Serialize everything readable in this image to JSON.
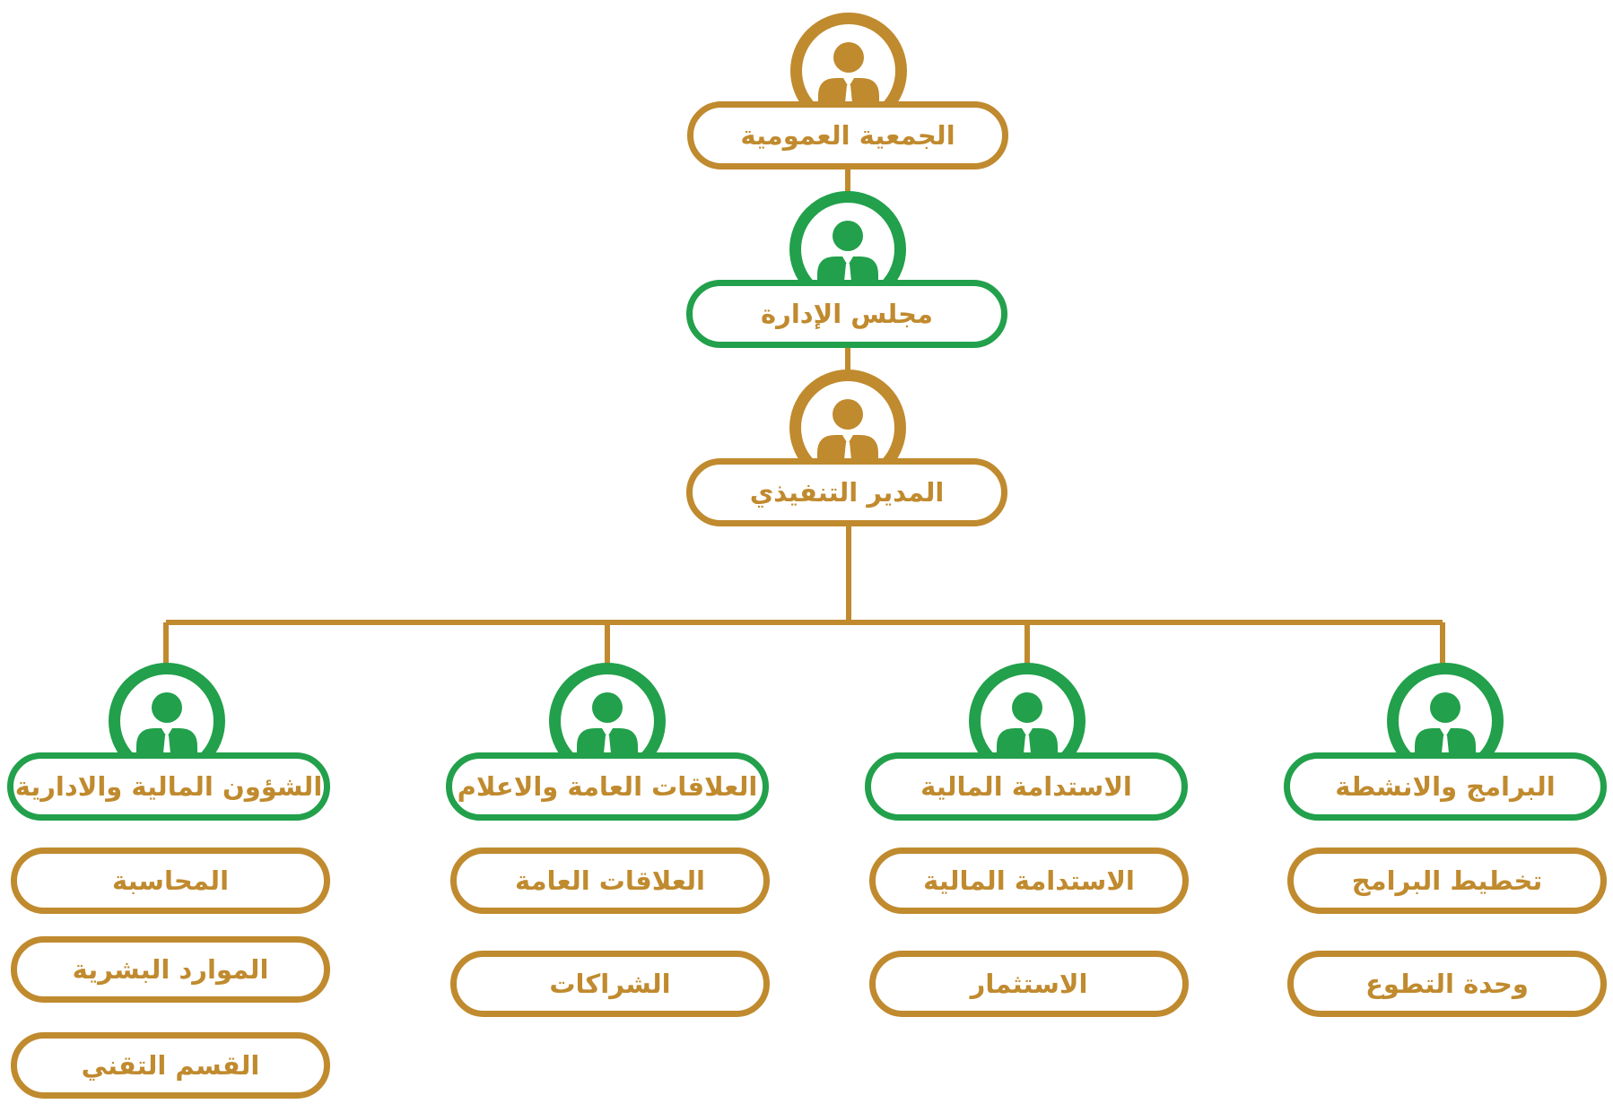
{
  "colors": {
    "gold": "#c08a2e",
    "green": "#22a04b"
  },
  "top": [
    {
      "label": "الجمعية العمومية",
      "color": "gold",
      "icon": "person-icon"
    },
    {
      "label": "مجلس الإدارة",
      "color": "green",
      "icon": "person-icon"
    },
    {
      "label": "المدير التنفيذي",
      "color": "gold",
      "icon": "person-icon"
    }
  ],
  "departments": [
    {
      "label": "الشؤون المالية والادارية",
      "color": "green",
      "icon": "person-icon",
      "units": [
        "المحاسبة",
        "الموارد البشرية",
        "القسم التقني"
      ]
    },
    {
      "label": "العلاقات العامة والاعلام",
      "color": "green",
      "icon": "person-icon",
      "units": [
        "العلاقات العامة",
        "الشراكات"
      ]
    },
    {
      "label": "الاستدامة المالية",
      "color": "green",
      "icon": "person-icon",
      "units": [
        "الاستدامة المالية",
        "الاستثمار"
      ]
    },
    {
      "label": "البرامج والانشطة",
      "color": "green",
      "icon": "person-icon",
      "units": [
        "تخطيط البرامج",
        "وحدة التطوع"
      ]
    }
  ]
}
